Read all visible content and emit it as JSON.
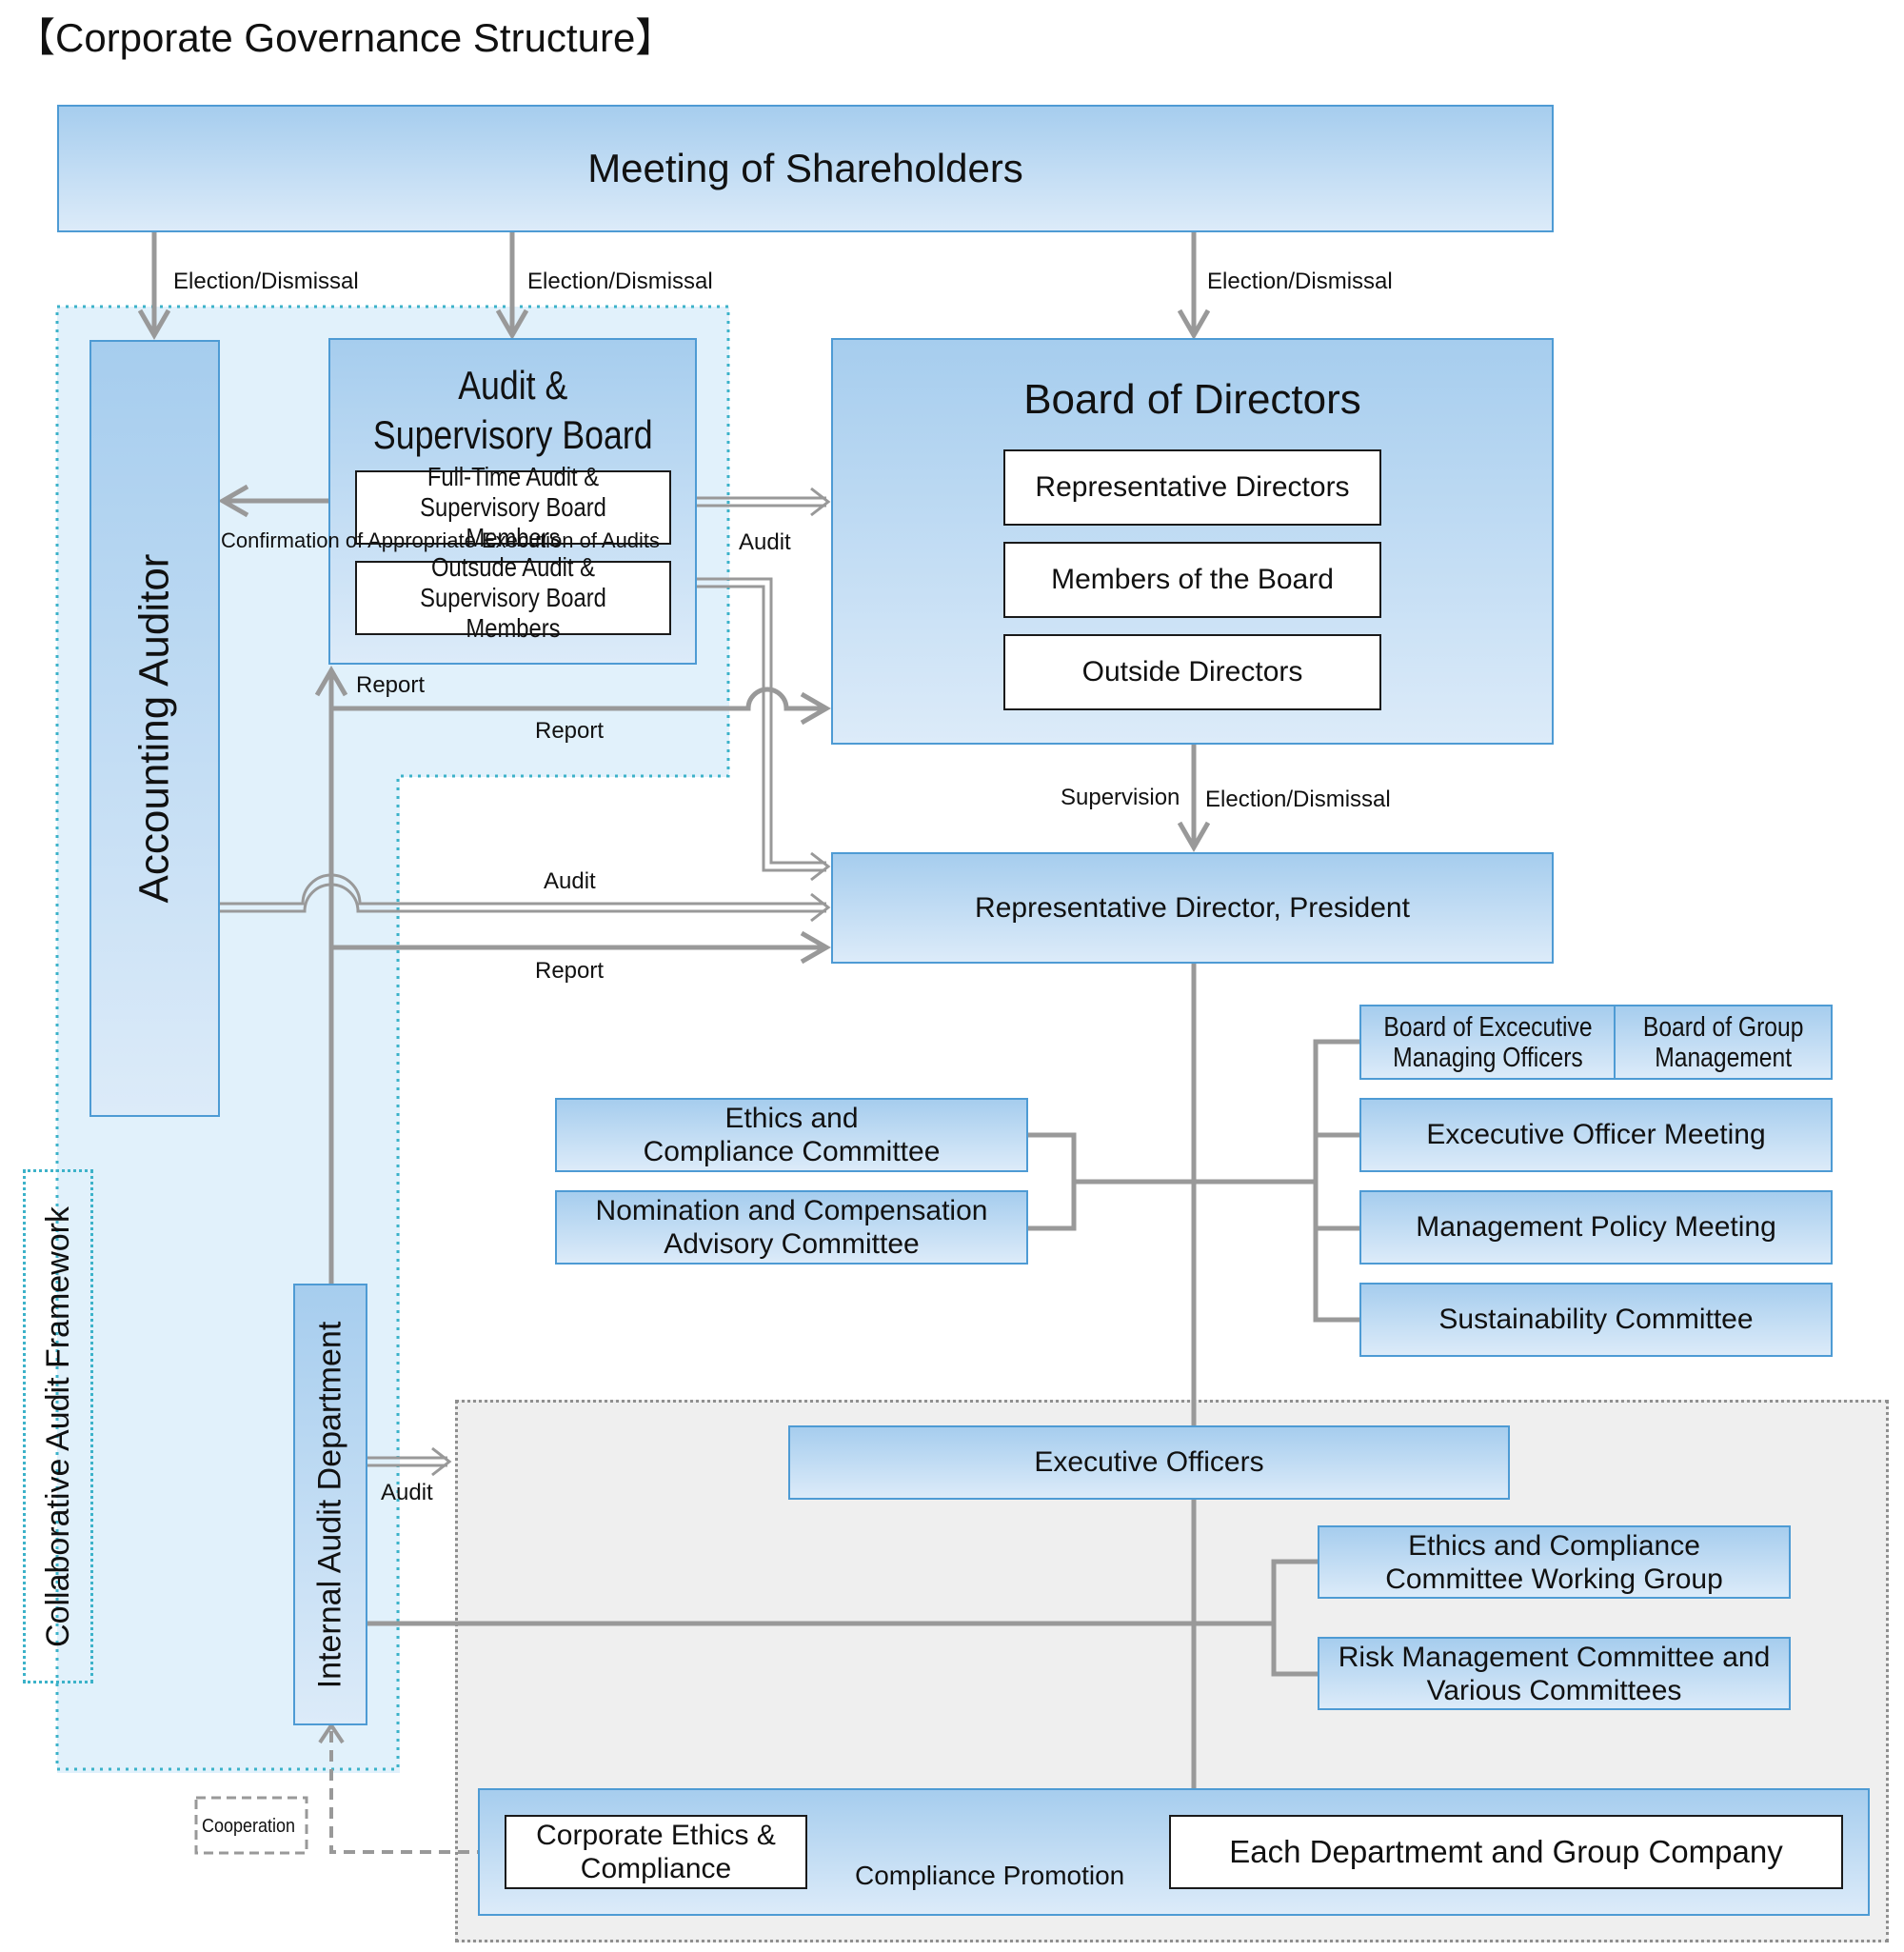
{
  "title": "【Corporate Governance Structure】",
  "nodes": {
    "shareholders": "Meeting of Shareholders",
    "accounting_auditor": "Accounting Auditor",
    "audit_board": "Audit &\nSupervisory Board",
    "fulltime_members": "Full-Time Audit &\nSupervisory Board Members",
    "outside_members": "Outsude Audit &\nSupervisory Board Members",
    "board_of_directors": "Board of Directors",
    "representative_directors": "Representative Directors",
    "members_of_board": "Members of the Board",
    "outside_directors": "Outside Directors",
    "president": "Representative Director, President",
    "ethics_committee": "Ethics and\nCompliance Committee",
    "nomination_committee": "Nomination and Compensation\nAdvisory Committee",
    "board_exec_managing": "Board of Excecutive\nManaging Officers",
    "board_group_mgmt": "Board of Group\nManagement",
    "exec_officer_meeting": "Excecutive Officer Meeting",
    "mgmt_policy_meeting": "Management Policy Meeting",
    "sustainability_committee": "Sustainability Committee",
    "collab_framework": "Collaborative Audit Framework",
    "internal_audit": "Internal Audit Department",
    "executive_officers": "Executive Officers",
    "ethics_working_group": "Ethics and Compliance\nCommittee Working Group",
    "risk_committee": "Risk Management Committee and\nVarious Committees",
    "corporate_ethics": "Corporate Ethics &\nCompliance",
    "each_department": "Each Departmemt and Group Company"
  },
  "labels": {
    "election_dismissal": "Election/Dismissal",
    "confirmation": "Confirmation\nof\nAppropriate\nExecution\nof\nAudits",
    "audit": "Audit",
    "report": "Report",
    "supervision": "Supervision",
    "cooperation": "Cooperation",
    "compliance_promotion": "Compliance Promotion"
  },
  "colors": {
    "box_gradient_top": "#a6cdee",
    "box_gradient_bottom": "#dcebf9",
    "box_border": "#4e9bd4",
    "connector": "#999999",
    "audit_zone_fill": "#e1f1fb",
    "audit_zone_border": "#3cb2c9",
    "execution_zone_fill": "#efefef"
  }
}
